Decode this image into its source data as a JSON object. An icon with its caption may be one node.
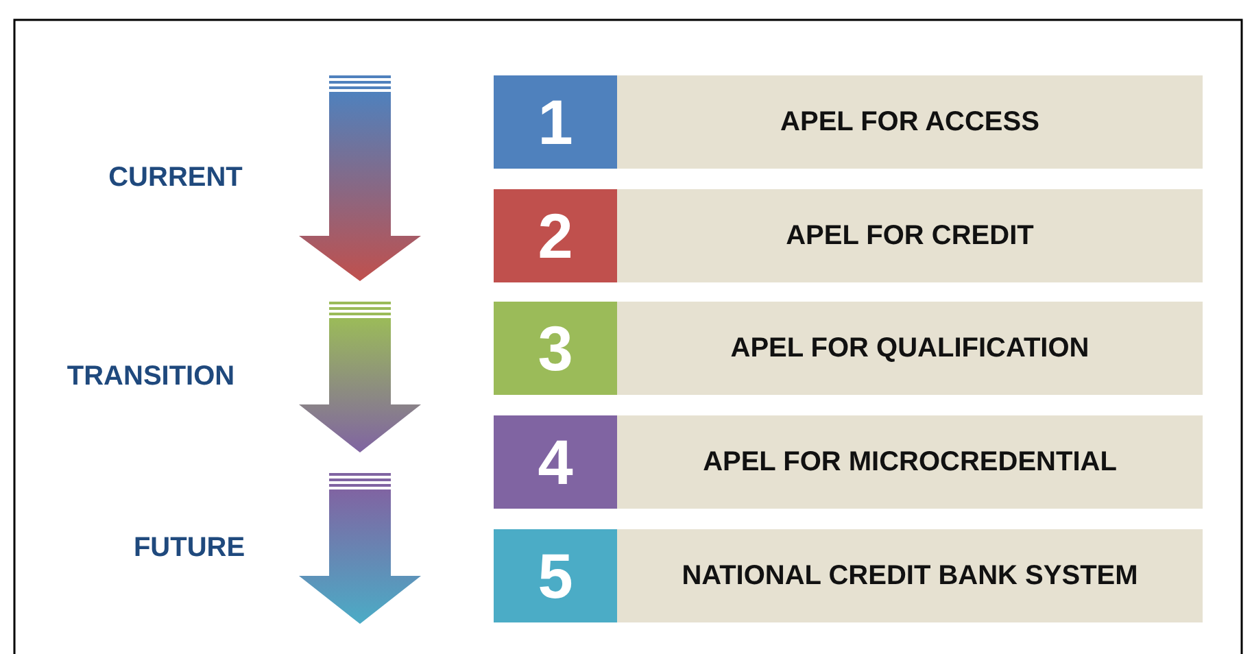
{
  "diagram": {
    "nodes": [
      {
        "text": [
          "1",
          "APEL FOR ACCESS"
        ]
      },
      {
        "text": [
          "2",
          "APEL FOR CREDIT"
        ]
      },
      {
        "text": [
          "3",
          "APEL FOR QUALIFICATION"
        ]
      },
      {
        "text": [
          "4",
          "APEL FOR MICROCREDENTIAL"
        ]
      },
      {
        "text": [
          "5",
          "NATIONAL CREDIT BANK SYSTEM"
        ]
      }
    ],
    "labels": [
      "CURRENT",
      "TRANSITION",
      "FUTURE"
    ]
  }
}
